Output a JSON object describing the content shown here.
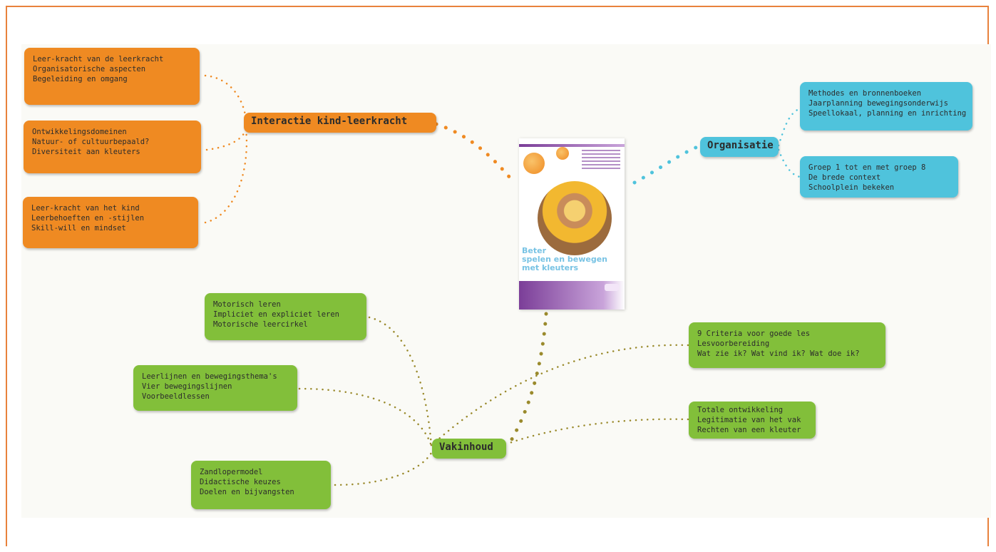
{
  "hubs": {
    "interactie": "Interactie kind-leerkracht",
    "organisatie": "Organisatie",
    "vakinhoud": "Vakinhoud"
  },
  "orange_nodes": [
    [
      "Leer-kracht van de leerkracht",
      "Organisatorische aspecten",
      "Begeleiding en omgang"
    ],
    [
      "Ontwikkelingsdomeinen",
      "Natuur- of cultuurbepaald?",
      "Diversiteit aan kleuters"
    ],
    [
      "Leer-kracht van het kind",
      "Leerbehoeften en -stijlen",
      "Skill-will en mindset"
    ]
  ],
  "cyan_nodes": [
    [
      "Methodes en bronnenboeken",
      "Jaarplanning bewegingsonderwijs",
      "Speellokaal, planning en inrichting"
    ],
    [
      "Groep 1 tot en met groep 8",
      "De brede context",
      "Schoolplein bekeken"
    ]
  ],
  "green_nodes": [
    [
      "Motorisch leren",
      "Impliciet en expliciet leren",
      "Motorische leercirkel"
    ],
    [
      "Leerlijnen en bewegingsthema's",
      "Vier bewegingslijnen",
      "Voorbeeldlessen"
    ],
    [
      "Zandlopermodel",
      "Didactische keuzes",
      "Doelen en bijvangsten"
    ],
    [
      "9 Criteria voor goede les",
      "Lesvoorbereiding",
      "Wat zie ik? Wat vind ik? Wat doe ik?"
    ],
    [
      "Totale ontwikkeling",
      "Legitimatie van het vak",
      "Rechten van een kleuter"
    ]
  ],
  "cover": {
    "title": [
      "Beter",
      "spelen en bewegen",
      "met kleuters"
    ]
  },
  "colors": {
    "orange": "#ef8a22",
    "cyan": "#4fc3dc",
    "green": "#82bf3a",
    "frame": "#e8823c",
    "olive_link": "#9a8a2c"
  }
}
